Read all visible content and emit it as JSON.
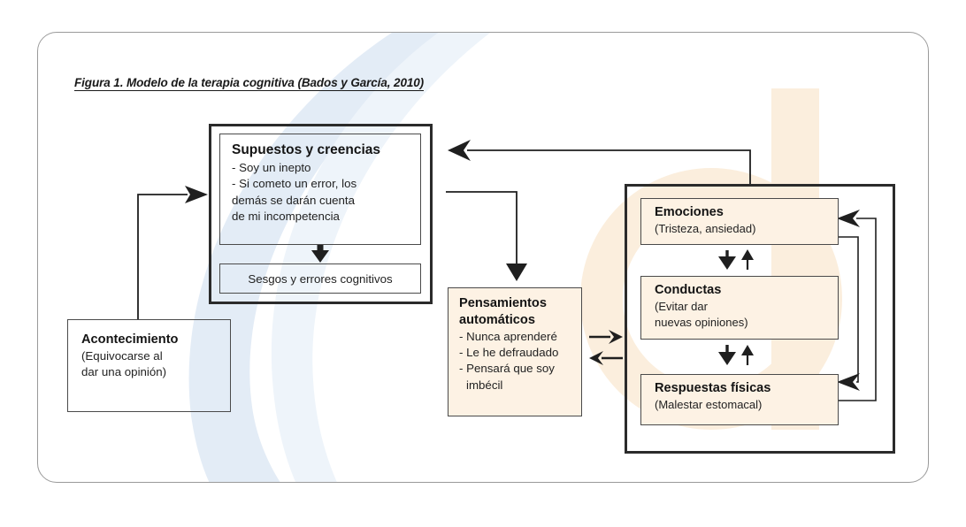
{
  "figure": {
    "caption": "Figura 1. Modelo de la terapia cognitiva (Bados y García, 2010)"
  },
  "colors": {
    "box_cream": "#fdf2e4",
    "watermark_blue": "#dde8f3",
    "watermark_cream": "#fbeedd",
    "line_dark": "#2b2b2b",
    "border_page": "#9a9a9a"
  },
  "nodes": {
    "supuestos": {
      "title": "Supuestos y creencias",
      "lines": [
        "- Soy un inepto",
        "- Si cometo un error, los",
        "demás se darán cuenta",
        "de mi incompetencia"
      ],
      "sub_box": "Sesgos y errores cognitivos"
    },
    "acontecimiento": {
      "title": "Acontecimiento",
      "lines": [
        "(Equivocarse al",
        "dar una opinión)"
      ]
    },
    "pensamientos": {
      "title_line1": "Pensamientos",
      "title_line2": "automáticos",
      "lines": [
        "- Nunca aprenderé",
        "- Le he defraudado",
        "- Pensará que soy",
        "imbécil"
      ]
    },
    "emociones": {
      "title": "Emociones",
      "sub": "(Tristeza, ansiedad)"
    },
    "conductas": {
      "title": "Conductas",
      "sub_line1": "(Evitar dar",
      "sub_line2": "nuevas opiniones)"
    },
    "respuestas": {
      "title": "Respuestas físicas",
      "sub": "(Malestar estomacal)"
    }
  }
}
